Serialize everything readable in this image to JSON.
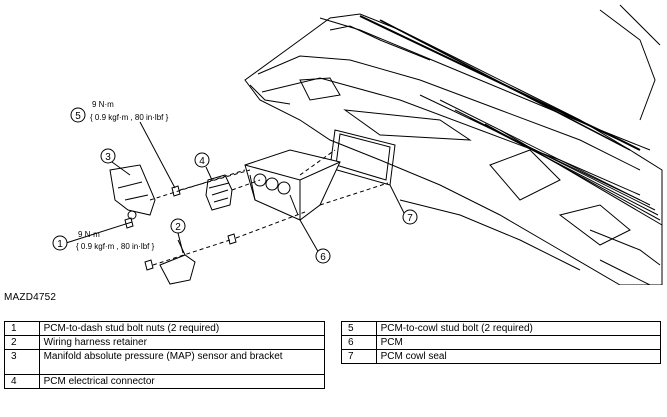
{
  "figure_id": "MAZD4752",
  "callouts": [
    {
      "number": "1",
      "torque_line1": "9 N·m",
      "torque_line2": "{ 0.9 kgf·m , 80 in·lbf }"
    },
    {
      "number": "2"
    },
    {
      "number": "3"
    },
    {
      "number": "4"
    },
    {
      "number": "5",
      "torque_line1": "9 N·m",
      "torque_line2": "{ 0.9 kgf·m , 80 in·lbf }"
    },
    {
      "number": "6"
    },
    {
      "number": "7"
    }
  ],
  "legend": {
    "left": [
      {
        "number": "1",
        "text": "PCM-to-dash stud bolt nuts (2 required)"
      },
      {
        "number": "2",
        "text": "Wiring harness retainer"
      },
      {
        "number": "3",
        "text": "Manifold absolute pressure (MAP) sensor and bracket"
      },
      {
        "number": "4",
        "text": "PCM electrical connector"
      }
    ],
    "right": [
      {
        "number": "5",
        "text": "PCM-to-cowl stud bolt (2 required)"
      },
      {
        "number": "6",
        "text": "PCM"
      },
      {
        "number": "7",
        "text": "PCM cowl seal"
      }
    ]
  }
}
